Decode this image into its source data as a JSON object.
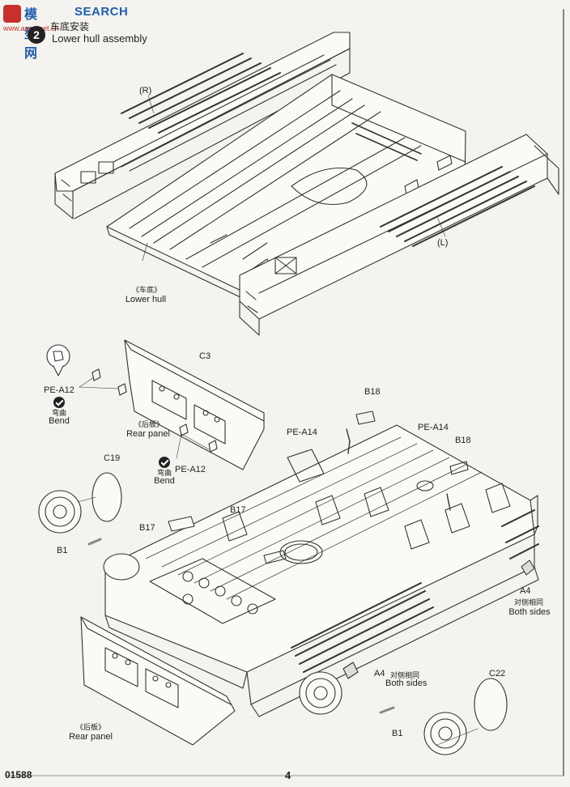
{
  "watermark": {
    "site_zh": "模型网",
    "site_en": "SEARCH",
    "url": "www.aaaa.net.cn"
  },
  "step": {
    "number": "2",
    "title_zh": "车底安装",
    "title_en": "Lower hull assembly"
  },
  "top_assembly": {
    "label_r": "(R)",
    "label_l": "(L)",
    "lower_hull_zh": "《车底》",
    "lower_hull_en": "Lower hull"
  },
  "parts": {
    "pe_a12_top": "PE-A12",
    "bend_zh_1": "弯曲",
    "bend_en_1": "Bend",
    "c3": "C3",
    "rear_panel_zh_1": "《后板》",
    "rear_panel_en_1": "Rear panel",
    "pe_a12_mid": "PE-A12",
    "bend_zh_2": "弯曲",
    "bend_en_2": "Bend",
    "c19": "C19",
    "b1_left": "B1",
    "b17_left": "B17",
    "b17_mid": "B17",
    "b18_top": "B18",
    "pe_a14_left": "PE-A14",
    "pe_a14_right": "PE-A14",
    "b18_right": "B18",
    "a4_right": "A4",
    "both_sides_zh_1": "对侧相同",
    "both_sides_en_1": "Both sides",
    "a4_bottom": "A4",
    "both_sides_zh_2": "对侧相同",
    "both_sides_en_2": "Both sides",
    "c22": "C22",
    "b1_bottom": "B1",
    "rear_panel_zh_2": "《后板》",
    "rear_panel_en_2": "Rear panel"
  },
  "footer": {
    "code": "01588",
    "page": "4"
  }
}
